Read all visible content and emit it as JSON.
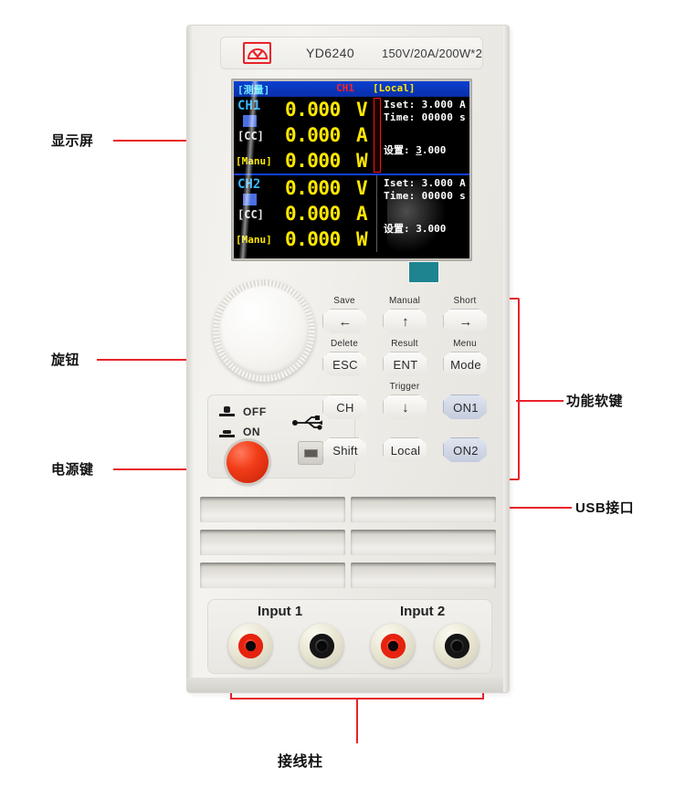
{
  "device": {
    "brand_logo_icon": "yd-bird-logo-icon",
    "model": "YD6240",
    "spec": "150V/20A/200W*2"
  },
  "lcd": {
    "titlebar": {
      "mode": "[测量]",
      "channel": "CH1",
      "local": "[Local]"
    },
    "channels": [
      {
        "name": "CH1",
        "regulation_mode": "[CC]",
        "control_mode": "[Manu]",
        "readings": [
          {
            "value": "0.000",
            "unit": "V"
          },
          {
            "value": "0.000",
            "unit": "A"
          },
          {
            "value": "0.000",
            "unit": "W"
          }
        ],
        "iset_label": "Iset:",
        "iset_value": "3.000 A",
        "time_label": "Time:",
        "time_value": "00000 s",
        "setting_label": "设置:",
        "setting_value_underlined": "3",
        "setting_value_rest": ".000"
      },
      {
        "name": "CH2",
        "regulation_mode": "[CC]",
        "control_mode": "[Manu]",
        "readings": [
          {
            "value": "0.000",
            "unit": "V"
          },
          {
            "value": "0.000",
            "unit": "A"
          },
          {
            "value": "0.000",
            "unit": "W"
          }
        ],
        "iset_label": "Iset:",
        "iset_value": "3.000 A",
        "time_label": "Time:",
        "time_value": "00000 s",
        "setting_label": "设置:",
        "setting_value_underlined": "",
        "setting_value_rest": "3.000"
      }
    ]
  },
  "power_panel": {
    "off_label": "OFF",
    "on_label": "ON",
    "off_icon": "switch-raised-icon",
    "on_icon": "switch-pressed-icon",
    "power_button_icon": "red-power-button-icon",
    "usb_icon": "usb-icon",
    "usb_port_icon": "mini-usb-port-icon"
  },
  "keypad": {
    "keys": [
      {
        "shift_label": "Save",
        "key": "←",
        "style": "arrow"
      },
      {
        "shift_label": "Manual",
        "key": "↑",
        "style": "arrow"
      },
      {
        "shift_label": "Short",
        "key": "→",
        "style": "arrow"
      },
      {
        "shift_label": "Delete",
        "key": "ESC",
        "style": "plain"
      },
      {
        "shift_label": "Result",
        "key": "ENT",
        "style": "plain"
      },
      {
        "shift_label": "Menu",
        "key": "Mode",
        "style": "plain"
      },
      {
        "shift_label": "",
        "key": "CH",
        "style": "plain"
      },
      {
        "shift_label": "Trigger",
        "key": "↓",
        "style": "arrow"
      },
      {
        "shift_label": "",
        "key": "ON1",
        "style": "blue"
      },
      {
        "shift_label": "",
        "key": "Shift",
        "style": "plain"
      },
      {
        "shift_label": "",
        "key": "Local",
        "style": "plain"
      },
      {
        "shift_label": "",
        "key": "ON2",
        "style": "blue"
      }
    ]
  },
  "terminals": {
    "input1_label": "Input 1",
    "input2_label": "Input 2",
    "posts": [
      "red",
      "black",
      "red",
      "black"
    ]
  },
  "annotations": [
    {
      "text": "显示屏",
      "side": "left"
    },
    {
      "text": "旋钮",
      "side": "left"
    },
    {
      "text": "电源键",
      "side": "left"
    },
    {
      "text": "功能软键",
      "side": "right"
    },
    {
      "text": "USB接口",
      "side": "right"
    },
    {
      "text": "接线柱",
      "side": "bottom"
    }
  ],
  "colors": {
    "accent_red": "#e8232a",
    "lcd_value_yellow": "#ffe800",
    "lcd_title_blue": "#0a3fd0",
    "lcd_channel_cyan": "#38b6ff",
    "terminal_red": "#e6230f",
    "sticker_teal": "#1d8490"
  }
}
